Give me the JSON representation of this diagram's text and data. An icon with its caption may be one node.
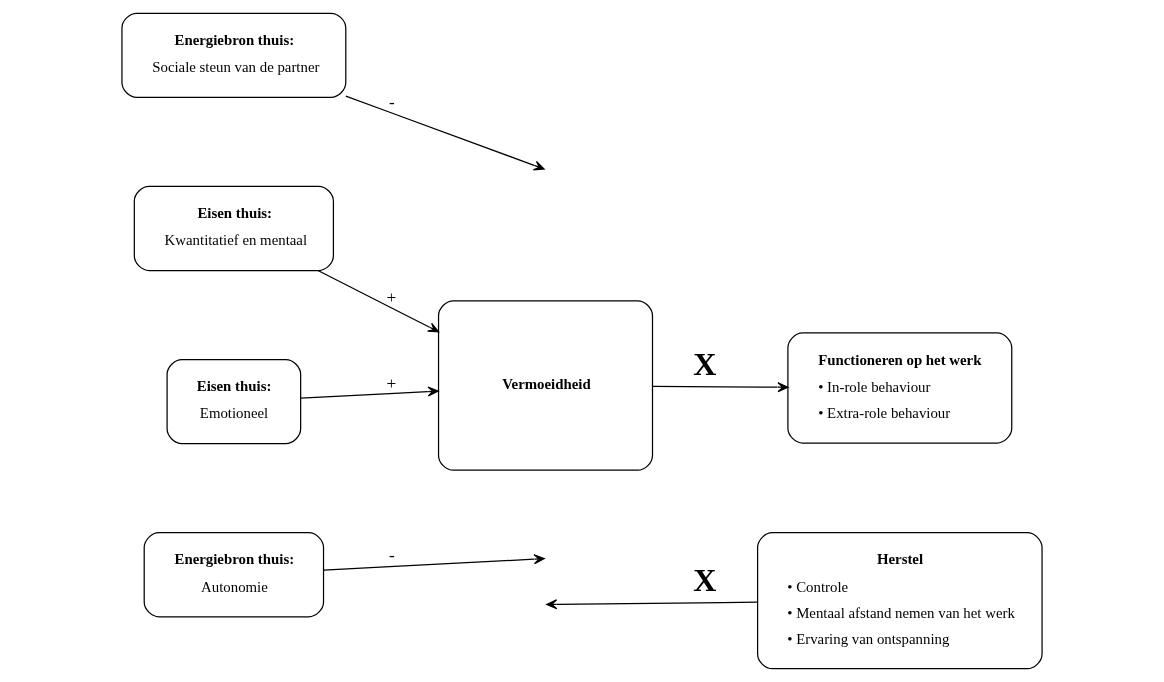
{
  "diagram": {
    "nodes": [
      {
        "text": [
          "Energiebron thuis:",
          "Sociale steun van de partner"
        ]
      },
      {
        "text": [
          "Eisen thuis:",
          "Kwantitatief en mentaal"
        ]
      },
      {
        "text": [
          "Vermoeidheid"
        ]
      },
      {
        "text": [
          "Functioneren op het werk",
          "• In-role behaviour",
          "• Extra-role behaviour"
        ]
      },
      {
        "text": [
          "Eisen thuis:",
          "Emotioneel"
        ]
      },
      {
        "text": [
          "Herstel",
          "• Controle",
          "• Mentaal afstand nemen van het werk",
          "• Ervaring van ontspanning"
        ]
      },
      {
        "text": [
          "Energiebron thuis:",
          "Autonomie"
        ]
      }
    ],
    "edges": [
      {
        "from": 0,
        "to": null,
        "arrow": "to",
        "label": "-"
      },
      {
        "from": 1,
        "to": 2,
        "arrow": "to",
        "label": "+"
      },
      {
        "from": 2,
        "to": 3,
        "arrow": "to",
        "label": "X"
      },
      {
        "from": 4,
        "to": 2,
        "arrow": "to",
        "label": "+"
      },
      {
        "from": 6,
        "to": null,
        "arrow": "to",
        "label": "-"
      },
      {
        "from": 5,
        "to": null,
        "arrow": "to",
        "label": "X"
      }
    ]
  }
}
